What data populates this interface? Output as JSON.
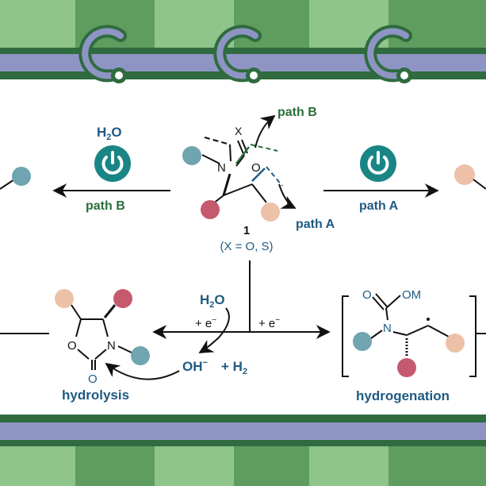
{
  "colors": {
    "green_dark": "#2f6b3f",
    "green_mid": "#5e9d5e",
    "green_light": "#8fc48a",
    "band_blue": "#8e95c4",
    "text_blue": "#1f5a82",
    "text_green": "#2a6e3a",
    "teal": "#1a8585",
    "atom_teal": "#6fa4b0",
    "atom_red": "#c55a6e",
    "atom_peach": "#edc1a8"
  },
  "icons": {
    "power_left": "power-icon",
    "power_right": "power-icon"
  },
  "labels": {
    "h2o_top": "H",
    "h2o_top_sub": "2",
    "h2o_top_o": "O",
    "path_b_left": "path B",
    "path_a_right": "path A",
    "path_b_top": "path B",
    "path_a_bottom": "path A",
    "compound_number": "1",
    "compound_note": "(X = O, S)",
    "atom_x": "X",
    "atom_n": "N",
    "atom_o": "O",
    "h2o_mid": "H",
    "h2o_mid_sub": "2",
    "h2o_mid_o": "O",
    "e_left": "+ e",
    "e_left_sup": "−",
    "e_right": "+ e",
    "e_right_sup": "−",
    "oh": "OH",
    "oh_sup": "−",
    "plus_h2": "+ H",
    "plus_h2_sub": "2",
    "ring_o": "O",
    "ring_n": "N",
    "ring_carbonyl_o": "O",
    "hydrolysis": "hydrolysis",
    "carbamate_o": "O",
    "carbamate_om": "OM",
    "carbamate_n": "N",
    "hydrogenation": "hydrogenation"
  }
}
